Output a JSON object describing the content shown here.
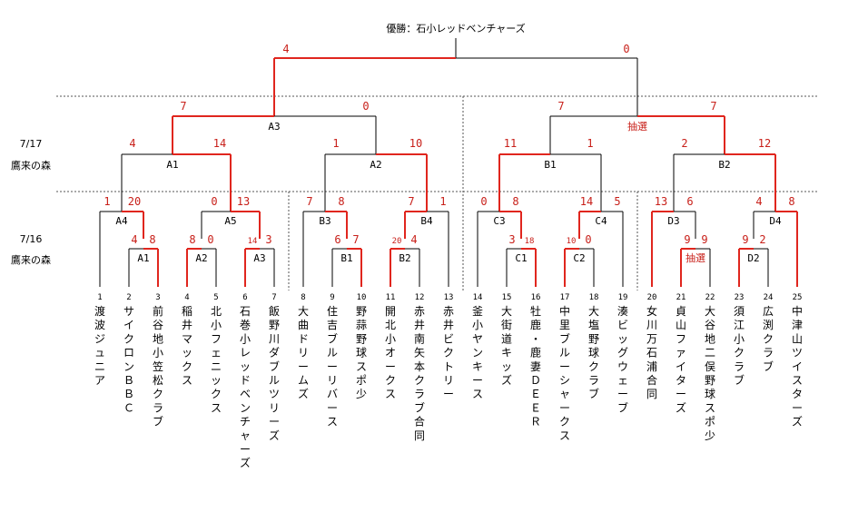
{
  "champion_label": "優勝：石小レッドベンチャーズ",
  "final": {
    "left_score": "4",
    "right_score": "0"
  },
  "semis": [
    {
      "label": "A3",
      "left_score": "7",
      "right_score": "0"
    },
    {
      "label": "",
      "left_score": "7",
      "right_score": "7",
      "note": "抽選"
    }
  ],
  "round3": [
    {
      "label": "A1",
      "left_score": "4",
      "right_score": "14"
    },
    {
      "label": "A2",
      "left_score": "1",
      "right_score": "10"
    },
    {
      "label": "B1",
      "left_score": "11",
      "right_score": "1"
    },
    {
      "label": "B2",
      "left_score": "2",
      "right_score": "12"
    }
  ],
  "round2": [
    {
      "label": "A4",
      "left_score": "1",
      "right_score": "20"
    },
    {
      "label": "A5",
      "left_score": "0",
      "right_score": "13"
    },
    {
      "label": "B3",
      "left_score": "7",
      "right_score": "8"
    },
    {
      "label": "B4",
      "left_score": "7",
      "right_score": "1"
    },
    {
      "label": "C3",
      "left_score": "0",
      "right_score": "8"
    },
    {
      "label": "C4",
      "left_score": "14",
      "right_score": "5"
    },
    {
      "label": "D3",
      "left_score": "13",
      "right_score": "6"
    },
    {
      "label": "D4",
      "left_score": "4",
      "right_score": "8"
    }
  ],
  "round1": [
    {
      "label": "A1",
      "left_score": "4",
      "right_score": "8"
    },
    {
      "label": "A2",
      "left_score": "8",
      "right_score": "0"
    },
    {
      "label": "A3",
      "left_score": "14",
      "right_score": "3"
    },
    {
      "label": "B1",
      "left_score": "6",
      "right_score": "7"
    },
    {
      "label": "B2",
      "left_score": "20",
      "right_score": "4"
    },
    {
      "label": "C1",
      "left_score": "3",
      "right_score": "18"
    },
    {
      "label": "C2",
      "left_score": "10",
      "right_score": "0"
    },
    {
      "label": "",
      "left_score": "9",
      "right_score": "9",
      "note": "抽選"
    },
    {
      "label": "D2",
      "left_score": "9",
      "right_score": "2"
    }
  ],
  "dates": [
    {
      "date": "7/17",
      "venue": "鷹来の森"
    },
    {
      "date": "7/16",
      "venue": "鷹来の森"
    }
  ],
  "teams": [
    {
      "no": "1",
      "name": "渡波ジュニア"
    },
    {
      "no": "2",
      "name": "サイクロンＢＢＣ"
    },
    {
      "no": "3",
      "name": "前谷地小笠松クラブ"
    },
    {
      "no": "4",
      "name": "稲井マックス"
    },
    {
      "no": "5",
      "name": "北小フェニックス"
    },
    {
      "no": "6",
      "name": "石巻小レッドベンチャーズ"
    },
    {
      "no": "7",
      "name": "飯野川ダブルツリーズ"
    },
    {
      "no": "8",
      "name": "大曲ドリームズ"
    },
    {
      "no": "9",
      "name": "住吉ブルーリバース"
    },
    {
      "no": "10",
      "name": "野蒜野球スポ少"
    },
    {
      "no": "11",
      "name": "開北小オークス"
    },
    {
      "no": "12",
      "name": "赤井南矢本クラブ合同"
    },
    {
      "no": "13",
      "name": "赤井ビクトリー"
    },
    {
      "no": "14",
      "name": "釜小ヤンキース"
    },
    {
      "no": "15",
      "name": "大街道キッズ"
    },
    {
      "no": "16",
      "name": "牡鹿・鹿妻ＤＥＥＲ"
    },
    {
      "no": "17",
      "name": "中里ブルーシャークス"
    },
    {
      "no": "18",
      "name": "大塩野球クラブ"
    },
    {
      "no": "19",
      "name": "湊ビッグウェーブ"
    },
    {
      "no": "20",
      "name": "女川万石浦合同"
    },
    {
      "no": "21",
      "name": "貞山ファイターズ"
    },
    {
      "no": "22",
      "name": "大谷地二俣野球スポ少"
    },
    {
      "no": "23",
      "name": "須江小クラブ"
    },
    {
      "no": "24",
      "name": "広渕クラブ"
    },
    {
      "no": "25",
      "name": "中津山ツイスターズ"
    }
  ]
}
